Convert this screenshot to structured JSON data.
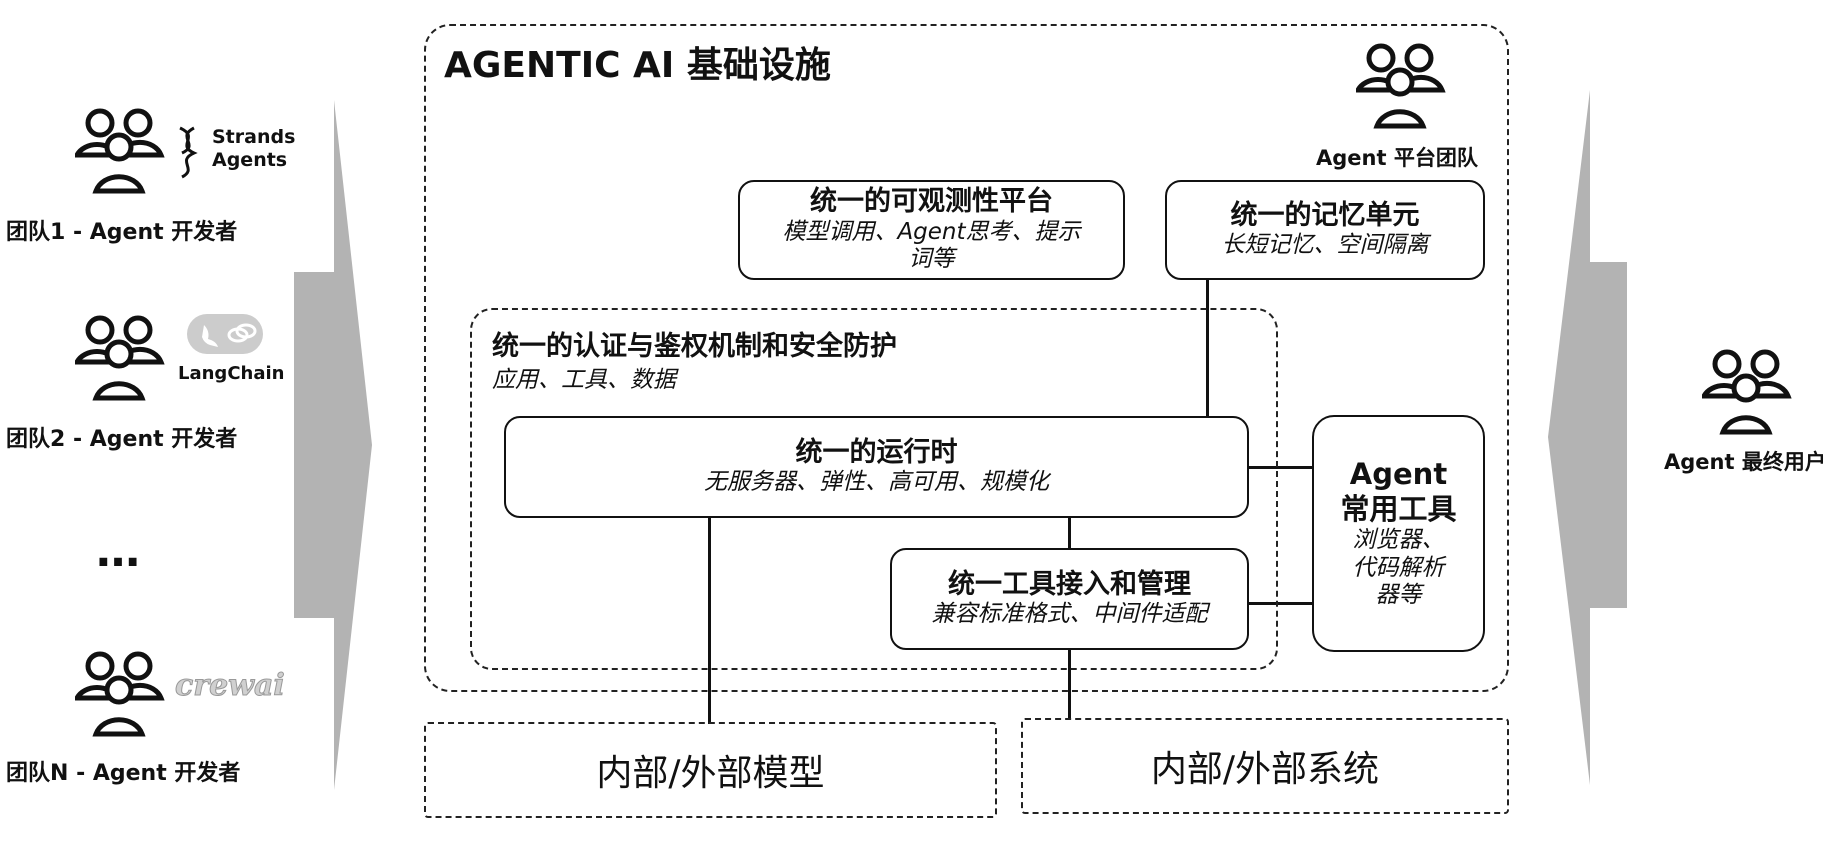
{
  "infra_title": "AGENTIC AI 基础设施",
  "platform_team": "Agent 平台团队",
  "end_users": "Agent 最终用户",
  "teams": [
    {
      "label": "团队1 - Agent 开发者",
      "framework": "Strands Agents",
      "framework_line1": "Strands",
      "framework_line2": "Agents"
    },
    {
      "label": "团队2 - Agent 开发者",
      "framework": "LangChain"
    },
    {
      "label": "团队N - Agent 开发者",
      "framework": "crewai"
    }
  ],
  "ellipsis": "…",
  "observability": {
    "title": "统一的可观测性平台",
    "subtitle": "模型调用、Agent思考、提示词等",
    "sub_line1": "模型调用、Agent思考、提示",
    "sub_line2": "词等"
  },
  "memory": {
    "title": "统一的记忆单元",
    "subtitle": "长短记忆、空间隔离"
  },
  "auth": {
    "title": "统一的认证与鉴权机制和安全防护",
    "subtitle": "应用、工具、数据"
  },
  "runtime": {
    "title": "统一的运行时",
    "subtitle": "无服务器、弹性、高可用、规模化"
  },
  "tool_mgmt": {
    "title": "统一工具接入和管理",
    "subtitle": "兼容标准格式、中间件适配"
  },
  "common_tools": {
    "title_line1": "Agent",
    "title_line2": "常用工具",
    "subtitle": "浏览器、代码解析器等",
    "sub_line1": "浏览器、",
    "sub_line2": "代码解析",
    "sub_line3": "器等"
  },
  "models": "内部/外部模型",
  "systems": "内部/外部系统",
  "colors": {
    "arrow_fill": "#b3b3b3",
    "stroke": "#111111",
    "logo_fill": "#cccccc"
  }
}
